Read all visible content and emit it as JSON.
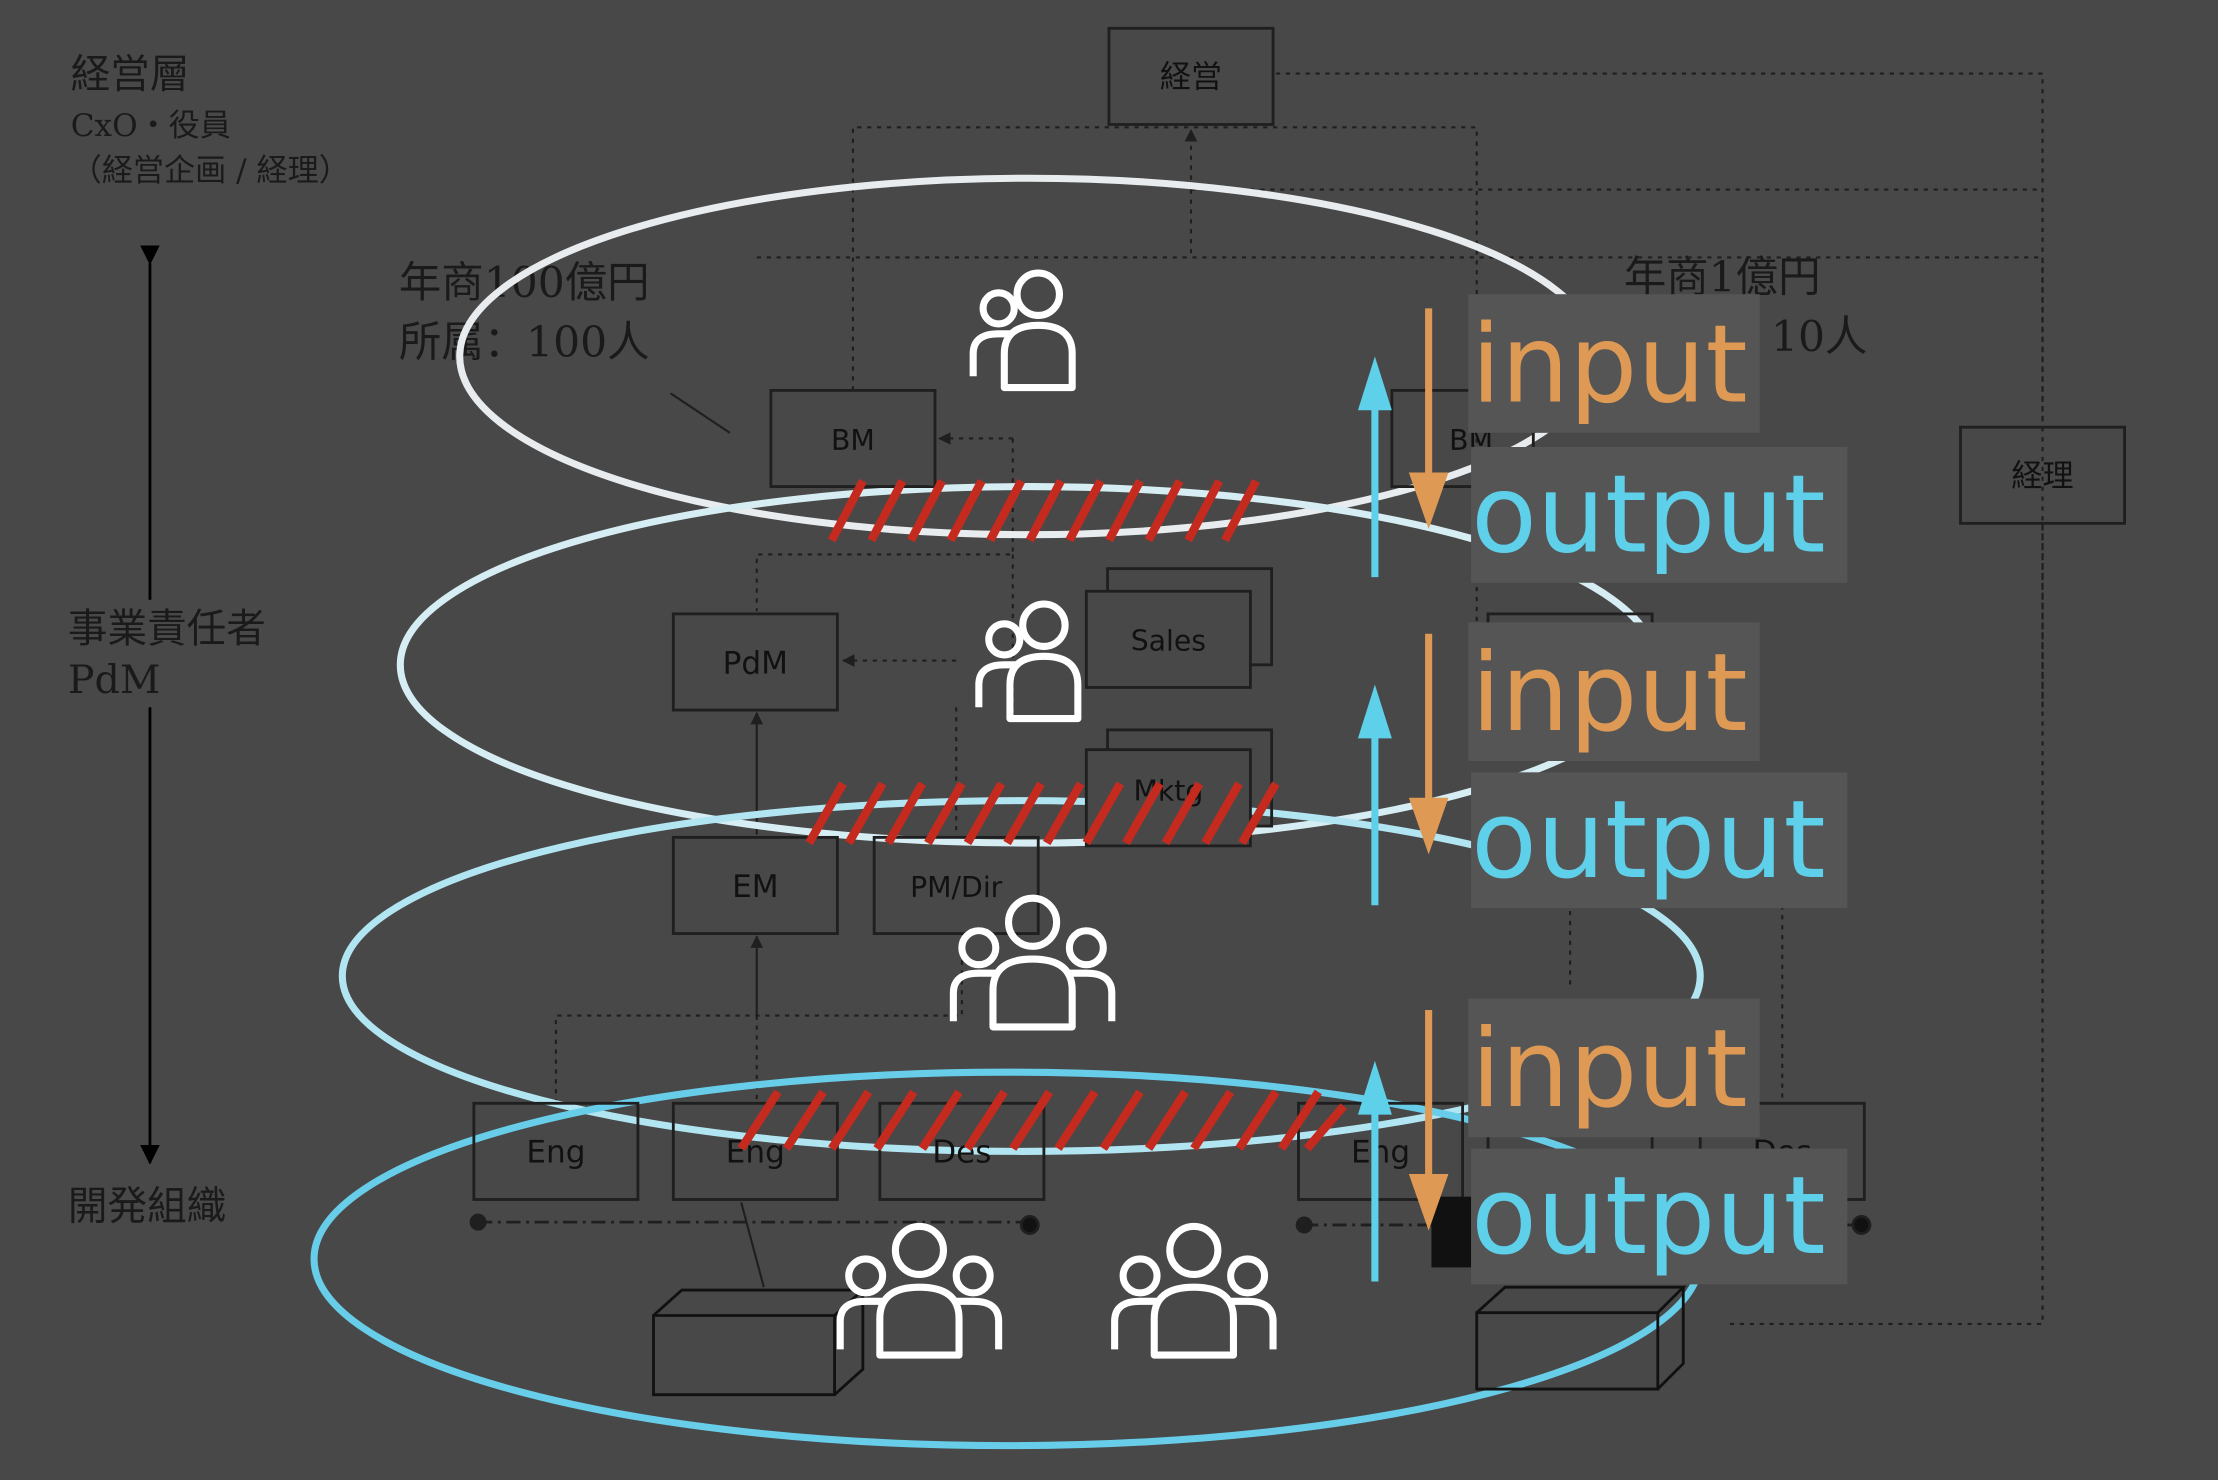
{
  "layers": {
    "top": {
      "title": "経営層",
      "line1": "CxO・役員",
      "line2": "（経営企画 / 経理）"
    },
    "middle": {
      "line1": "事業責任者",
      "line2": "PdM"
    },
    "bottom": {
      "title": "開発組織"
    }
  },
  "big_company": {
    "revenue": "年商100億円",
    "members": "所属：100人"
  },
  "small_company": {
    "revenue": "年商1億円",
    "members": "10人"
  },
  "boxes": {
    "keiei": "経営",
    "keiri": "経理",
    "bm_left": "BM",
    "bm_right": "BM",
    "pdm": "PdM",
    "sales": "Sales",
    "mktg": "Mktg",
    "em": "EM",
    "pmdir": "PM/Dir",
    "eng1": "Eng",
    "eng2": "Eng",
    "des_left": "Des",
    "eng_right": "Eng",
    "des_right": "Des"
  },
  "flow": {
    "input1": "input",
    "output1": "output",
    "input2": "input",
    "output2": "output",
    "input3": "input",
    "output3": "output"
  },
  "colors": {
    "background": "#484848",
    "line": "#1f1f1f",
    "input": "#de9a55",
    "output": "#5fd0ea",
    "hatch": "#c42a1e",
    "label_bg": "#555555"
  }
}
